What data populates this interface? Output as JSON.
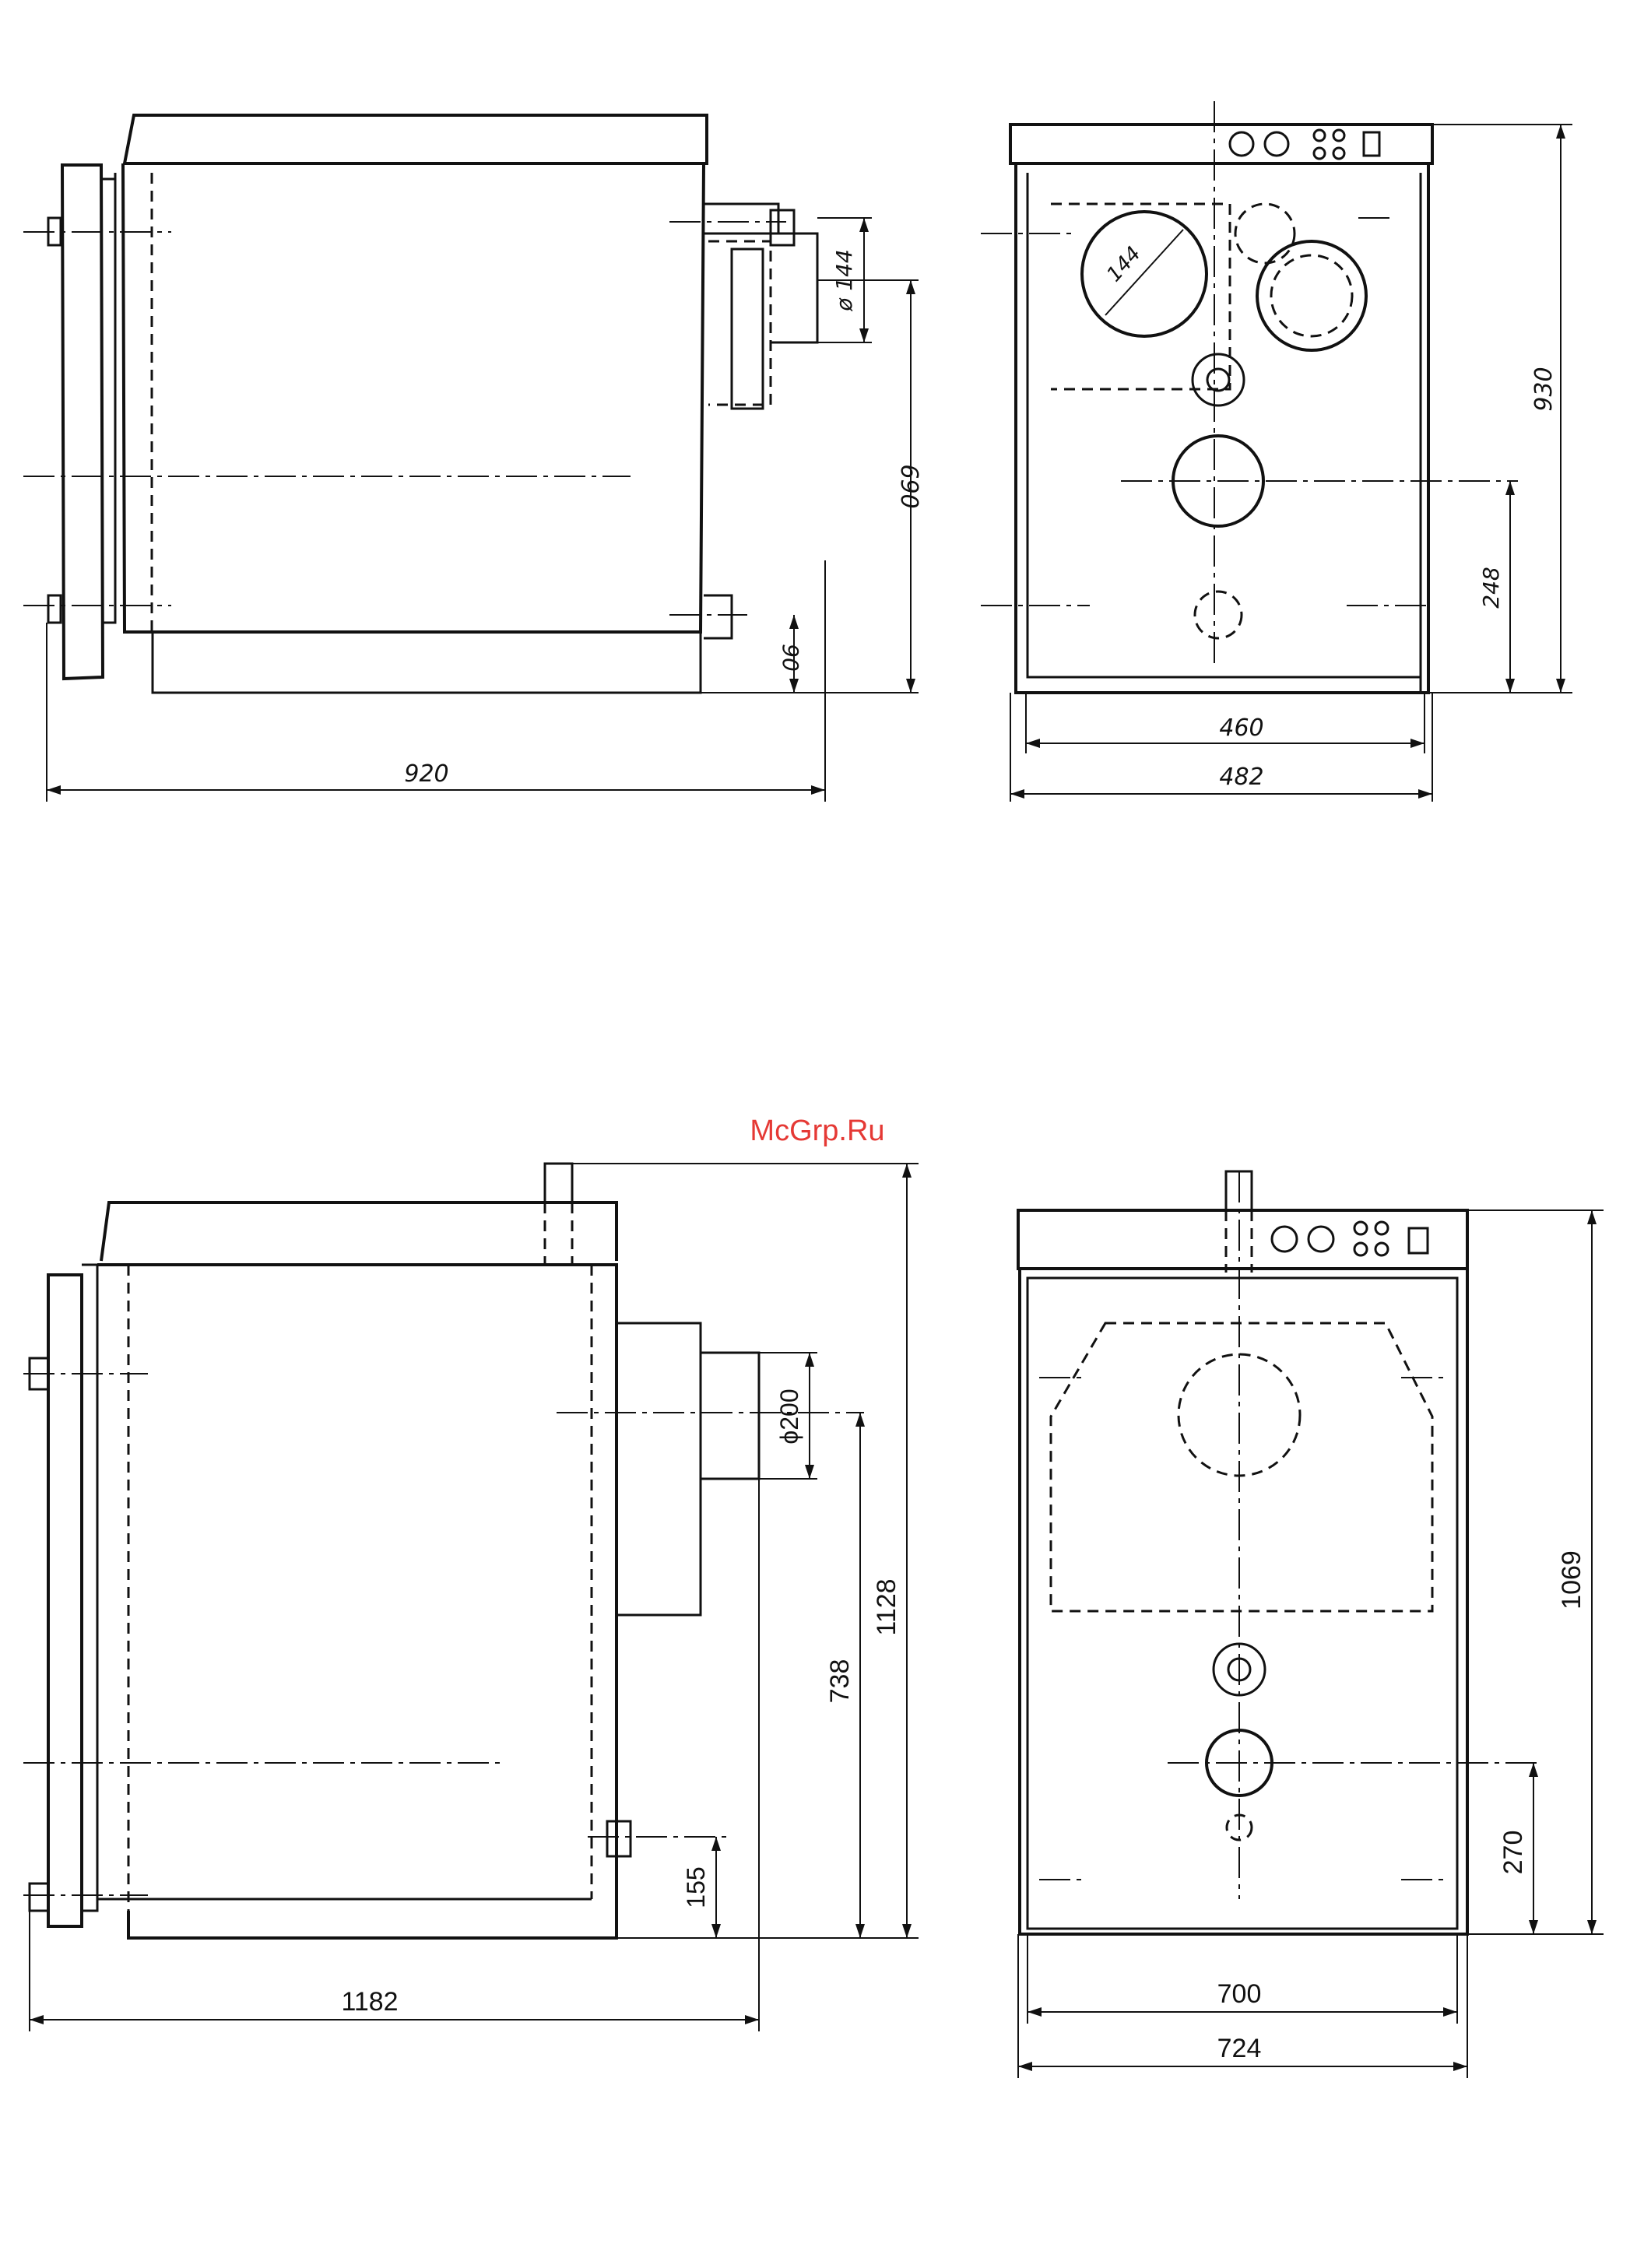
{
  "watermark": "McGrp.Ru",
  "views": {
    "top_side": {
      "depth": "920",
      "height_690": "690",
      "base_90": "90",
      "flue_dia": "ø 144"
    },
    "top_front": {
      "height_930": "930",
      "height_248": "248",
      "inner_width": "460",
      "outer_width": "482",
      "flue_dia": "144"
    },
    "bottom_side": {
      "depth": "1182",
      "height_1128": "1128",
      "height_738": "738",
      "base_155": "155",
      "flue_dia": "ϕ200"
    },
    "bottom_front": {
      "height_1069": "1069",
      "height_270": "270",
      "inner_width": "700",
      "outer_width": "724"
    }
  }
}
